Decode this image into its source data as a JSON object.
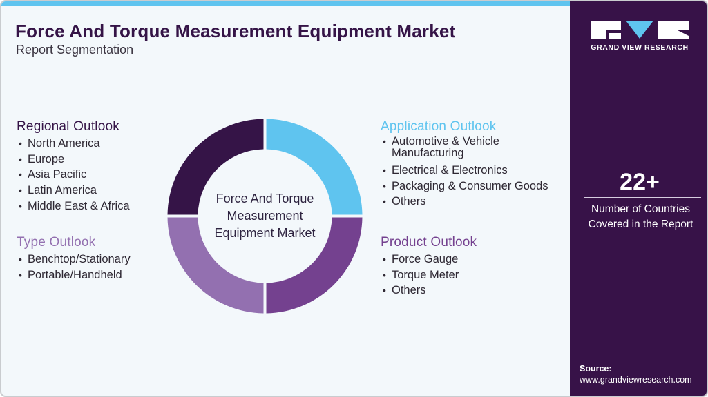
{
  "header": {
    "title": "Force And Torque Measurement Equipment Market",
    "subtitle": "Report Segmentation"
  },
  "donut": {
    "center_label": "Force And Torque Measurement Equipment Market",
    "segments": [
      {
        "name": "Application Outlook",
        "color": "#5fc4ef"
      },
      {
        "name": "Product Outlook",
        "color": "#74418f"
      },
      {
        "name": "Type Outlook",
        "color": "#9370b0"
      },
      {
        "name": "Regional Outlook",
        "color": "#351447"
      }
    ]
  },
  "sections": {
    "regional": {
      "heading": "Regional Outlook",
      "color": "#351447",
      "items": [
        "North America",
        "Europe",
        "Asia Pacific",
        "Latin America",
        "Middle East & Africa"
      ]
    },
    "type": {
      "heading": "Type Outlook",
      "color": "#9370b0",
      "items": [
        "Benchtop/Stationary",
        "Portable/Handheld"
      ]
    },
    "application": {
      "heading": "Application Outlook",
      "color": "#5fc4ef",
      "items": [
        "Automotive & Vehicle Manufacturing",
        "Electrical & Electronics",
        "Packaging & Consumer Goods",
        "Others"
      ]
    },
    "product": {
      "heading": "Product Outlook",
      "color": "#74418f",
      "items": [
        "Force Gauge",
        "Torque Meter",
        "Others"
      ]
    }
  },
  "side_panel": {
    "brand": "GRAND VIEW RESEARCH",
    "stat_value": "22+",
    "stat_label_line1": "Number of Countries",
    "stat_label_line2": "Covered in the Report",
    "source_label": "Source:",
    "source_url": "www.grandviewresearch.com",
    "background": "#371248"
  }
}
